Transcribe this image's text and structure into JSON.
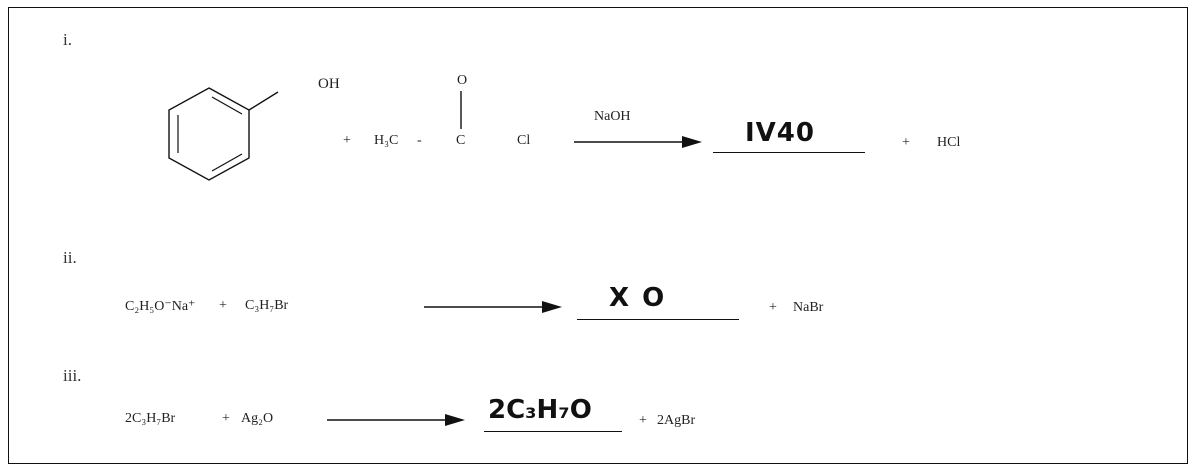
{
  "reactions": {
    "r1": {
      "label": "i.",
      "oh": "OH",
      "plus1": "+",
      "acyl_left": "H₃C",
      "dash": "-",
      "carbon": "C",
      "oxygen": "O",
      "chlorine": "Cl",
      "reagent": "NaOH",
      "answer": "IV40",
      "plus2": "+",
      "byproduct": "HCl"
    },
    "r2": {
      "label": "ii.",
      "reactant1": "C₂H₅O⁻Na⁺",
      "plus1": "+",
      "reactant2": "C₃H₇Br",
      "answer": "X O",
      "plus2": "+",
      "byproduct": "NaBr"
    },
    "r3": {
      "label": "iii.",
      "reactant1": "2C₃H₇Br",
      "plus1": "+",
      "reactant2": "Ag₂O",
      "answer": "2C₃H₇O",
      "plus2": "+",
      "byproduct": "2AgBr"
    }
  }
}
